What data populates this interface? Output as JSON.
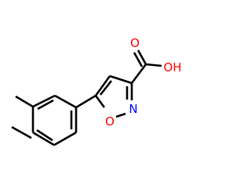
{
  "molecule": {
    "atoms": {
      "oxygen_ring": "O",
      "nitrogen_ring": "N",
      "carbonyl_oxygen": "O",
      "hydroxyl": "OH"
    },
    "colors": {
      "bond": "#000000",
      "oxygen": "#ff0000",
      "nitrogen": "#0000ff"
    }
  }
}
